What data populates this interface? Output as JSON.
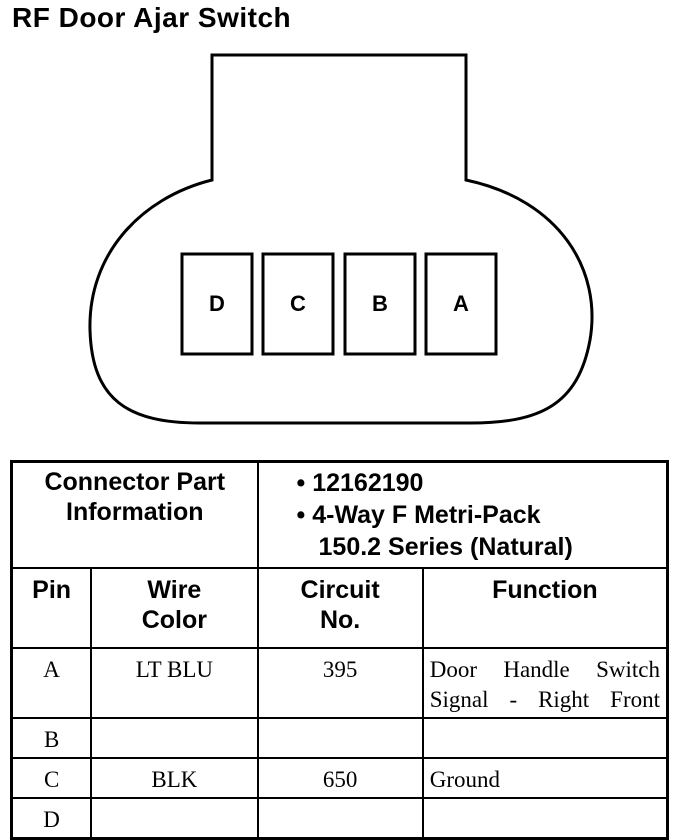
{
  "title": "RF Door Ajar Switch",
  "connector": {
    "pins": [
      "D",
      "C",
      "B",
      "A"
    ]
  },
  "part_info": {
    "label_line1": "Connector Part",
    "label_line2": "Information",
    "part_number": "12162190",
    "description_line1": "4-Way F Metri-Pack",
    "description_line2": "150.2 Series (Natural)"
  },
  "columns": {
    "pin": "Pin",
    "wire_color_line1": "Wire",
    "wire_color_line2": "Color",
    "circuit_line1": "Circuit",
    "circuit_line2": "No.",
    "function": "Function"
  },
  "rows": [
    {
      "pin": "A",
      "wire_color": "LT BLU",
      "circuit": "395",
      "function_line1": "Door Handle Switch",
      "function_line2": "Signal - Right Front"
    },
    {
      "pin": "B",
      "wire_color": "",
      "circuit": "",
      "function_line1": "",
      "function_line2": ""
    },
    {
      "pin": "C",
      "wire_color": "BLK",
      "circuit": "650",
      "function_line1": "Ground",
      "function_line2": ""
    },
    {
      "pin": "D",
      "wire_color": "",
      "circuit": "",
      "function_line1": "",
      "function_line2": ""
    }
  ]
}
